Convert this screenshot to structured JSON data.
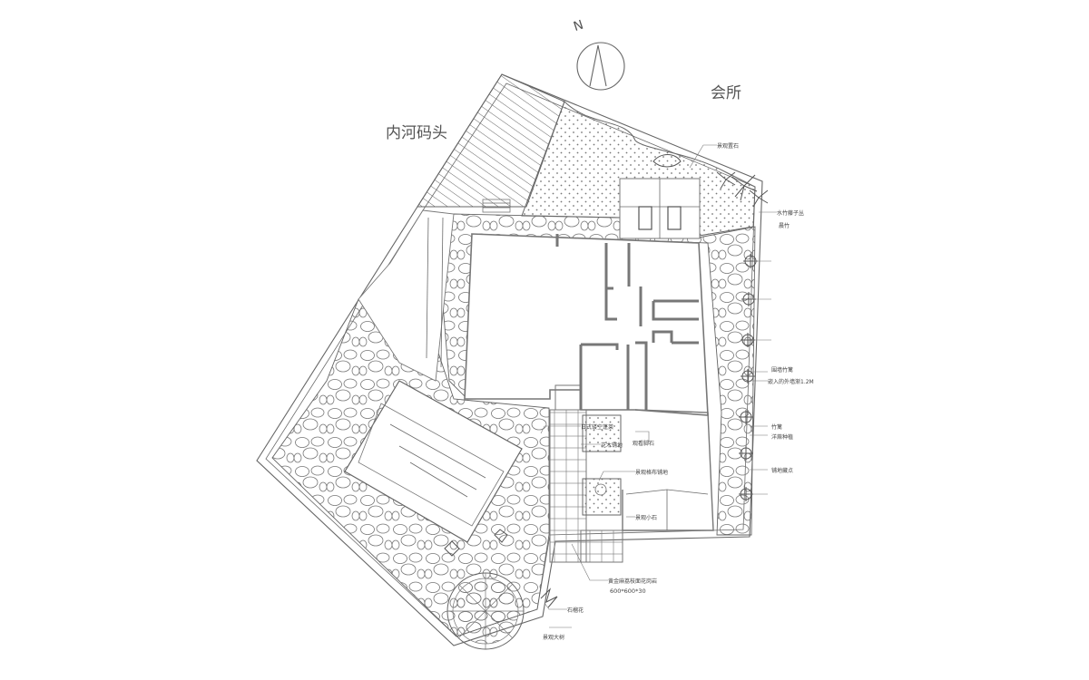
{
  "drawing": {
    "north_label": "N",
    "labels": {
      "clubhouse": "会所",
      "inner_river_pier": "内河码头"
    },
    "callouts": [
      "景观置石",
      "水竹藤子丛",
      "晨竹",
      "围墙竹篱",
      "嵌入的外墙渐1.2M",
      "竹篱",
      "洋蔴种植",
      "铺地藏点",
      "日式镂空蓬莱",
      "花木铺地",
      "观看脚石",
      "景观格布铺地",
      "黄金麻荔枝面花岗岩",
      "600*600*30",
      "景观小石",
      "石榴花",
      "景观大树"
    ]
  }
}
